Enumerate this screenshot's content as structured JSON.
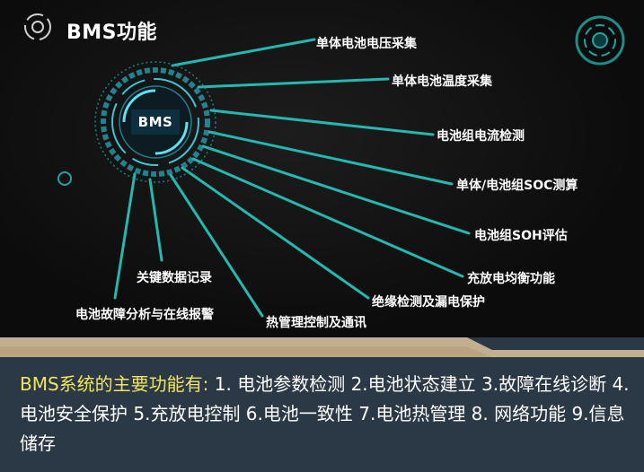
{
  "diagram": {
    "title": "BMS功能",
    "hub_label": "BMS",
    "accent_color": "#23b8b0",
    "functions": [
      "单体电池电压采集",
      "单体电池温度采集",
      "电池组电流检测",
      "单体/电池组SOC测算",
      "电池组SOH评估",
      "充放电均衡功能",
      "绝缘检测及漏电保护",
      "热管理控制及通讯",
      "电池故障分析与在线报警",
      "关键数据记录"
    ]
  },
  "summary": {
    "lead": "BMS系统的主要功能有:",
    "body": " 1. 电池参数检测  2.电池状态建立  3.故障在线诊断  4.电池安全保护  5.充放电控制  6.电池一致性  7.电池热管理  8. 网络功能  9.信息储存"
  },
  "colors": {
    "panel_bg": "#0f0f0f",
    "band_bg": "#2b3947",
    "band_edge": "#c9b593",
    "lead_text": "#f0e55c",
    "hub_fill": "#0e2f3e"
  }
}
